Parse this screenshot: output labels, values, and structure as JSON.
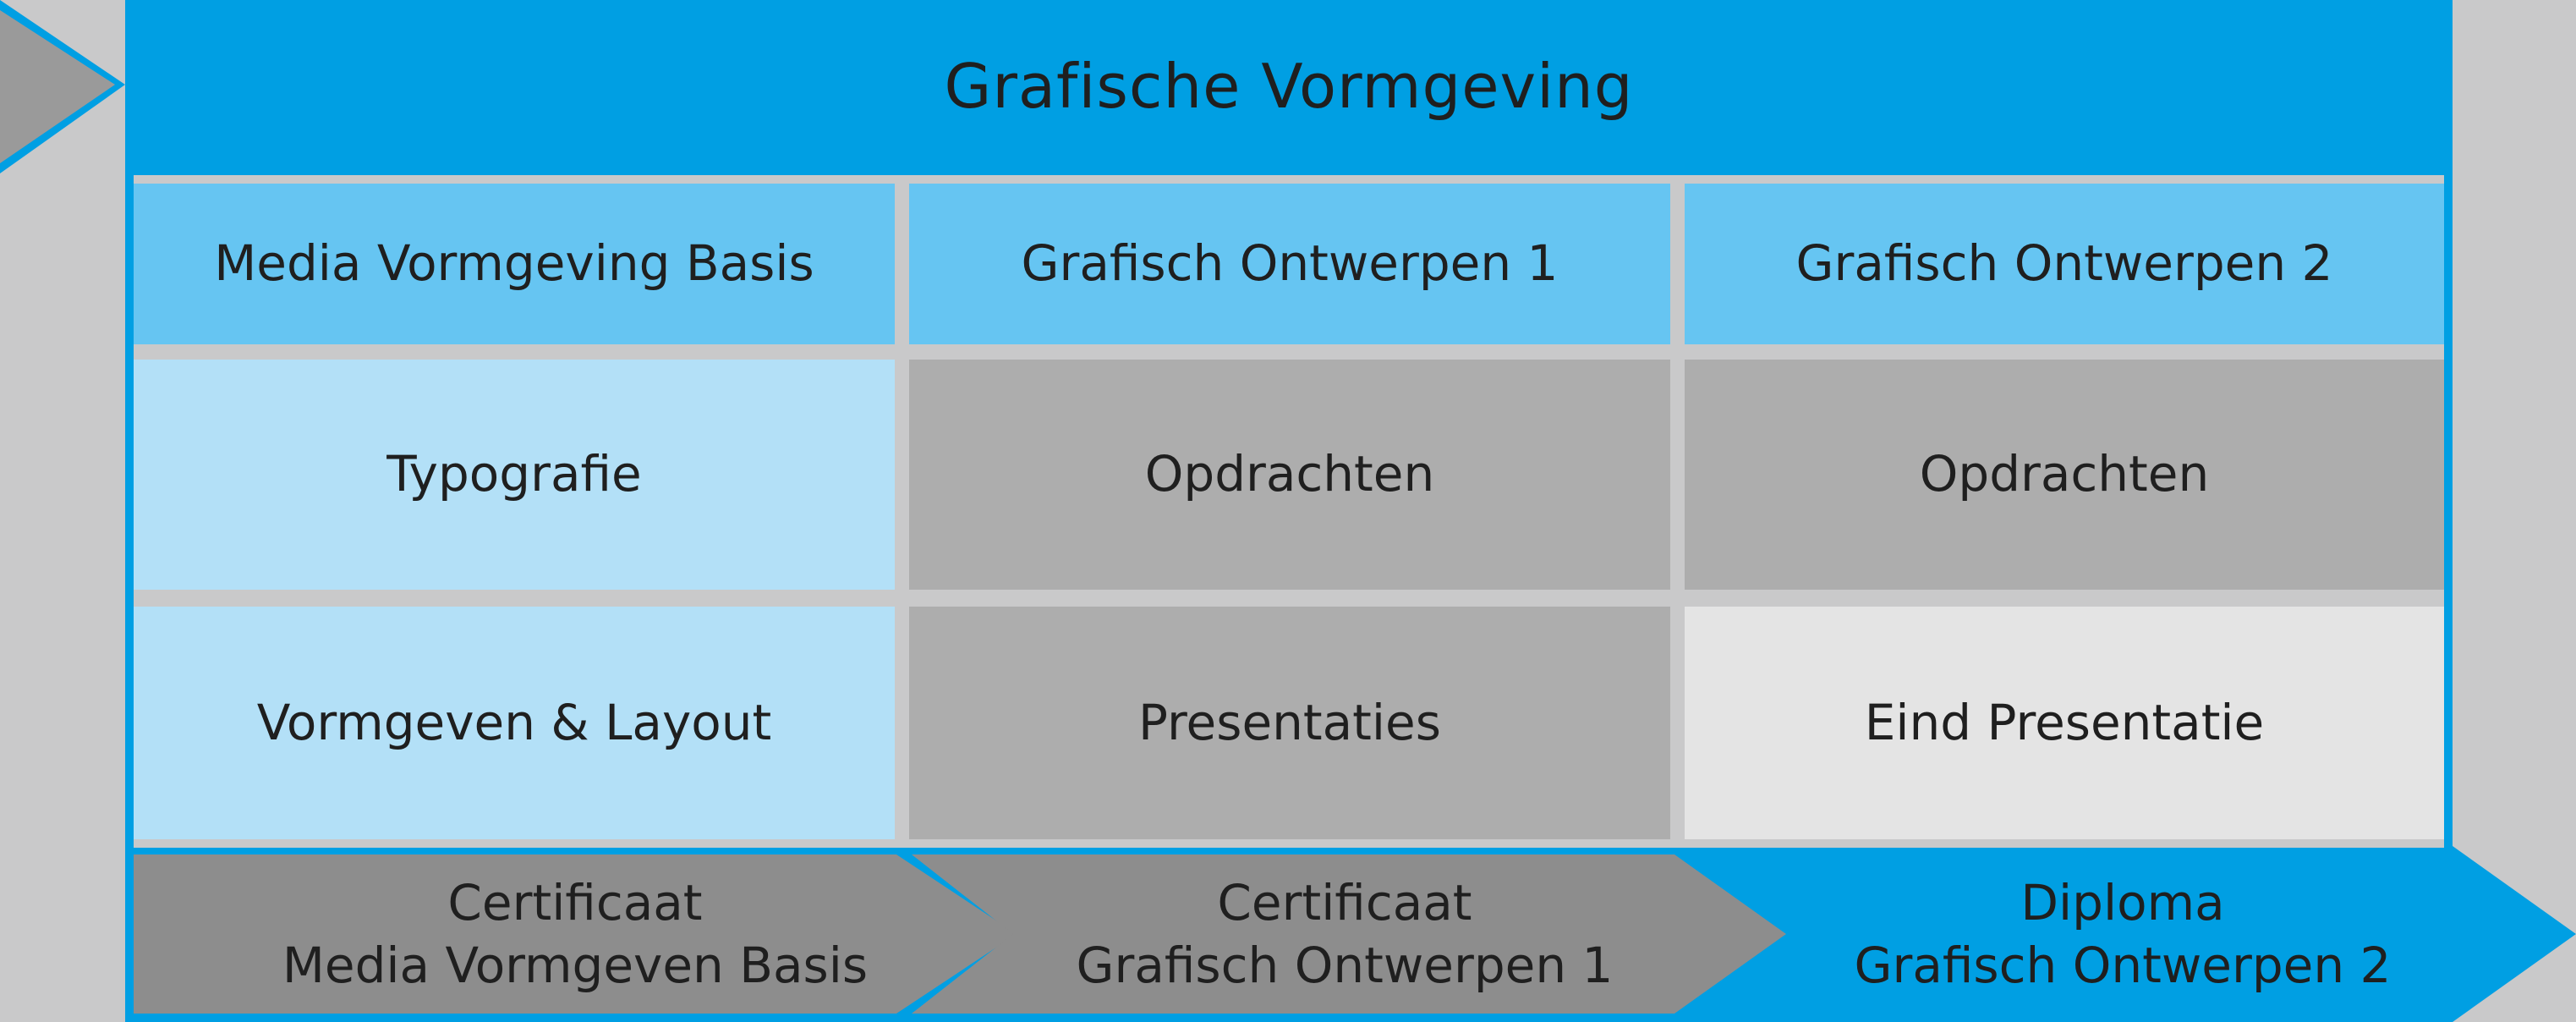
{
  "title": "Grafische Vormgeving",
  "colors": {
    "background": "#c9c9ca",
    "frame_blue": "#009fe3",
    "header_light_blue": "#66c5f2",
    "cell_pale_blue": "#b3e0f7",
    "cell_gray": "#adadad",
    "cell_light_gray": "#e4e4e4",
    "arrow_gray": "#8d8d8d",
    "text": "#1f1f1f"
  },
  "columns": [
    {
      "header": "Media Vormgeving Basis",
      "rows": [
        "Typografie",
        "Vormgeven & Layout"
      ],
      "certificate": {
        "line1": "Certificaat",
        "line2": "Media Vormgeven Basis"
      }
    },
    {
      "header": "Grafisch Ontwerpen 1",
      "rows": [
        "Opdrachten",
        "Presentaties"
      ],
      "certificate": {
        "line1": "Certificaat",
        "line2": "Grafisch Ontwerpen 1"
      }
    },
    {
      "header": "Grafisch Ontwerpen 2",
      "rows": [
        "Opdrachten",
        "Eind Presentatie"
      ],
      "certificate": {
        "line1": "Diploma",
        "line2": "Grafisch Ontwerpen 2"
      }
    }
  ]
}
